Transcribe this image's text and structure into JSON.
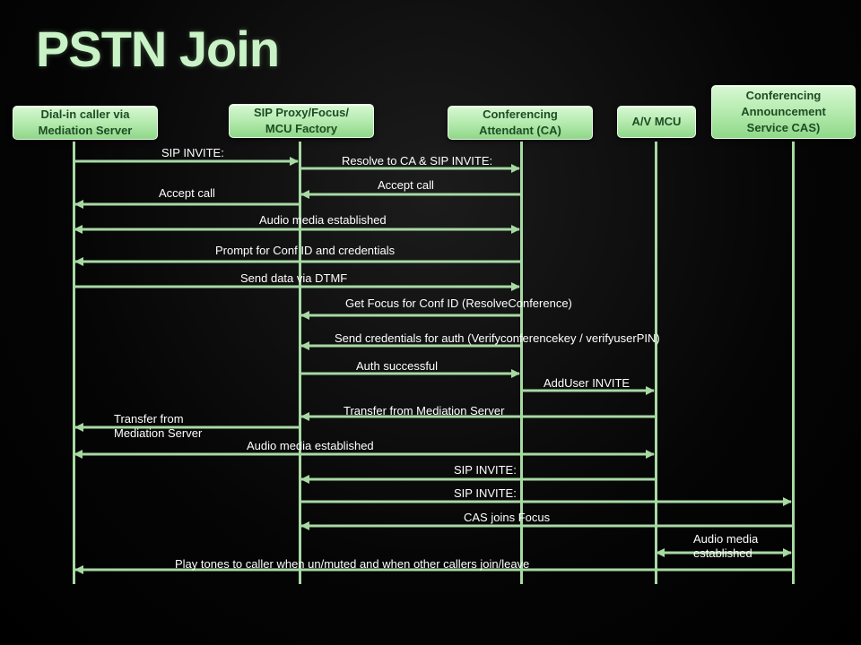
{
  "title": "PSTN Join",
  "colors": {
    "arrow": "#a7d9a3",
    "actor_fill": "#b8ecb2",
    "actor_text": "#1d4d23",
    "title": "#c9f2c6"
  },
  "actors": [
    {
      "id": "caller",
      "lines": [
        "Dial-in caller via",
        "Mediation Server"
      ]
    },
    {
      "id": "proxy",
      "lines": [
        "SIP Proxy/Focus/",
        "MCU Factory"
      ]
    },
    {
      "id": "ca",
      "lines": [
        "Conferencing",
        "Attendant  (CA)"
      ]
    },
    {
      "id": "mcu",
      "lines": [
        "A/V MCU"
      ]
    },
    {
      "id": "cas",
      "lines": [
        "Conferencing",
        "Announcement",
        "Service  CAS)"
      ]
    }
  ],
  "messages": [
    {
      "from": "caller",
      "to": "proxy",
      "label": "SIP INVITE:"
    },
    {
      "from": "proxy",
      "to": "ca",
      "label": "Resolve to CA & SIP INVITE:"
    },
    {
      "from": "ca",
      "to": "proxy",
      "label": "Accept call"
    },
    {
      "from": "proxy",
      "to": "caller",
      "label": "Accept call"
    },
    {
      "from": "caller",
      "to": "ca",
      "both": true,
      "label": "Audio media established"
    },
    {
      "from": "ca",
      "to": "caller",
      "label": "Prompt for Conf ID and credentials"
    },
    {
      "from": "caller",
      "to": "ca",
      "label": "Send data via DTMF"
    },
    {
      "from": "ca",
      "to": "proxy",
      "label": "Get Focus for Conf ID (ResolveConference)"
    },
    {
      "from": "ca",
      "to": "proxy",
      "label": "Send credentials for auth (Verifyconferencekey / verifyuserPIN)"
    },
    {
      "from": "proxy",
      "to": "ca",
      "label": "Auth successful"
    },
    {
      "from": "ca",
      "to": "mcu",
      "label": "AddUser INVITE"
    },
    {
      "from": "mcu",
      "to": "proxy",
      "label": "Transfer from Mediation Server"
    },
    {
      "from": "proxy",
      "to": "caller",
      "label": "Transfer from Mediation Server"
    },
    {
      "from": "caller",
      "to": "mcu",
      "both": true,
      "label": "Audio media established"
    },
    {
      "from": "mcu",
      "to": "proxy",
      "label": "SIP INVITE:"
    },
    {
      "from": "proxy",
      "to": "cas",
      "label": "SIP INVITE:"
    },
    {
      "from": "cas",
      "to": "proxy",
      "label": "CAS joins Focus"
    },
    {
      "from": "mcu",
      "to": "cas",
      "both": true,
      "label": "Audio media established"
    },
    {
      "from": "cas",
      "to": "caller",
      "label": "Play tones to caller when un/muted and when other callers join/leave"
    }
  ]
}
